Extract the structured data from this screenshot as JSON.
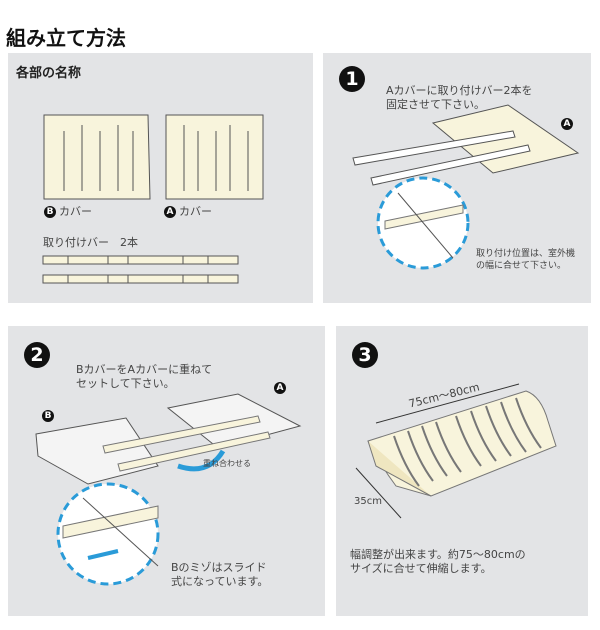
{
  "title": "組み立て方法",
  "parts": {
    "heading": "各部の名称",
    "cover_b": {
      "badge": "B",
      "label": "カバー"
    },
    "cover_a": {
      "badge": "A",
      "label": "カバー"
    },
    "bar_label": "取り付けバー　2本"
  },
  "step1": {
    "number": "1",
    "text_line1": "Aカバーに取り付けバー2本を",
    "text_line2": "固定させて下さい。",
    "badge": "A",
    "note_line1": "取り付け位置は、室外機",
    "note_line2": "の幅に合せて下さい。"
  },
  "step2": {
    "number": "2",
    "text_line1": "BカバーをAカバーに重ねて",
    "text_line2": "セットして下さい。",
    "badge_a": "A",
    "badge_b": "B",
    "overlap_label": "重ね合わせる",
    "note_line1": "Bのミゾはスライド",
    "note_line2": "式になっています。"
  },
  "step3": {
    "number": "3",
    "width_label": "75cm〜80cm",
    "depth_label": "35cm",
    "text_line1": "幅調整が出来ます。約75〜80cmの",
    "text_line2": "サイズに合せて伸縮します。"
  },
  "colors": {
    "panel": "#e3e4e6",
    "cover": "#f8f4dc",
    "accent": "#2a9bd8"
  }
}
